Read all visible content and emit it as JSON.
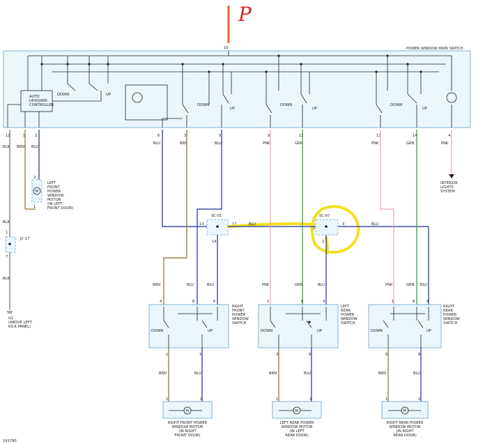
{
  "annotation": {
    "mark": "P"
  },
  "main_switch": {
    "title": "POWER WINDOW MAIN SWITCH",
    "top_pin": "10"
  },
  "auto_controller": {
    "label": "AUTO\nUP/DOWN\nCONTROLLER"
  },
  "main_switch_labels": {
    "down": "DOWN",
    "up": "UP"
  },
  "main_pins": [
    "11",
    "1",
    "2",
    "6",
    "3",
    "5",
    "9",
    "12",
    "13",
    "14",
    "4"
  ],
  "wires": {
    "blk": "BLK",
    "brn": "BRN",
    "blu": "BLU",
    "pnk": "PNK",
    "grn": "GRN"
  },
  "left_front_motor": {
    "label": "LEFT\nFRONT\nPOWER\nWINDOW\nMOTOR\n(IN LEFT\nFRONT DOOR)",
    "pin_top": "2",
    "pin_bot": "1"
  },
  "jc17": {
    "label": "JC-17",
    "pin_top": "1",
    "pin_bot": "7"
  },
  "ground": {
    "label": "G1\n(ABOVE LEFT\nKICK PANEL)"
  },
  "interior_lights": {
    "label": "INTERIOR\nLIGHTS\nSYSTEM"
  },
  "sc01": {
    "label": "SC-01",
    "pin_left": "13",
    "pin_right": "12",
    "pin_bottom": "14"
  },
  "sc07": {
    "label": "SC-07",
    "pin_left": "1",
    "pin_right": "3",
    "pin_bottom": "2"
  },
  "switches": [
    {
      "label": "RIGHT\nFRONT\nPOWER\nWINDOW\nSWITCH",
      "pins": [
        "4",
        "8",
        "6"
      ],
      "out_pins": [
        "1",
        "3"
      ]
    },
    {
      "label": "LEFT\nREAR\nPOWER\nWINDOW\nSWITCH",
      "pins": [
        "1",
        "6",
        "4"
      ],
      "out_pins": [
        "3",
        "8"
      ]
    },
    {
      "label": "RIGHT\nREAR\nPOWER\nWINDOW\nSWITCH",
      "pins": [
        "1",
        "8",
        "4"
      ],
      "out_pins": [
        "6",
        "8"
      ]
    }
  ],
  "motors": [
    {
      "label": "RIGHT FRONT POWER\nWINDOW MOTOR\n(IN RIGHT\nFRONT DOOR)",
      "pins": [
        "1",
        "2"
      ]
    },
    {
      "label": "LEFT REAR POWER\nWINDOW MOTOR\n(IN LEFT\nREAR DOOR)",
      "pins": [
        "1",
        "2"
      ]
    },
    {
      "label": "RIGHT REAR POWER\nWINDOW MOTOR\n(IN RIGHT\nREAR DOOR)",
      "pins": [
        "1",
        "2"
      ]
    }
  ],
  "motor_symbol": "M",
  "figure_id": "241780"
}
